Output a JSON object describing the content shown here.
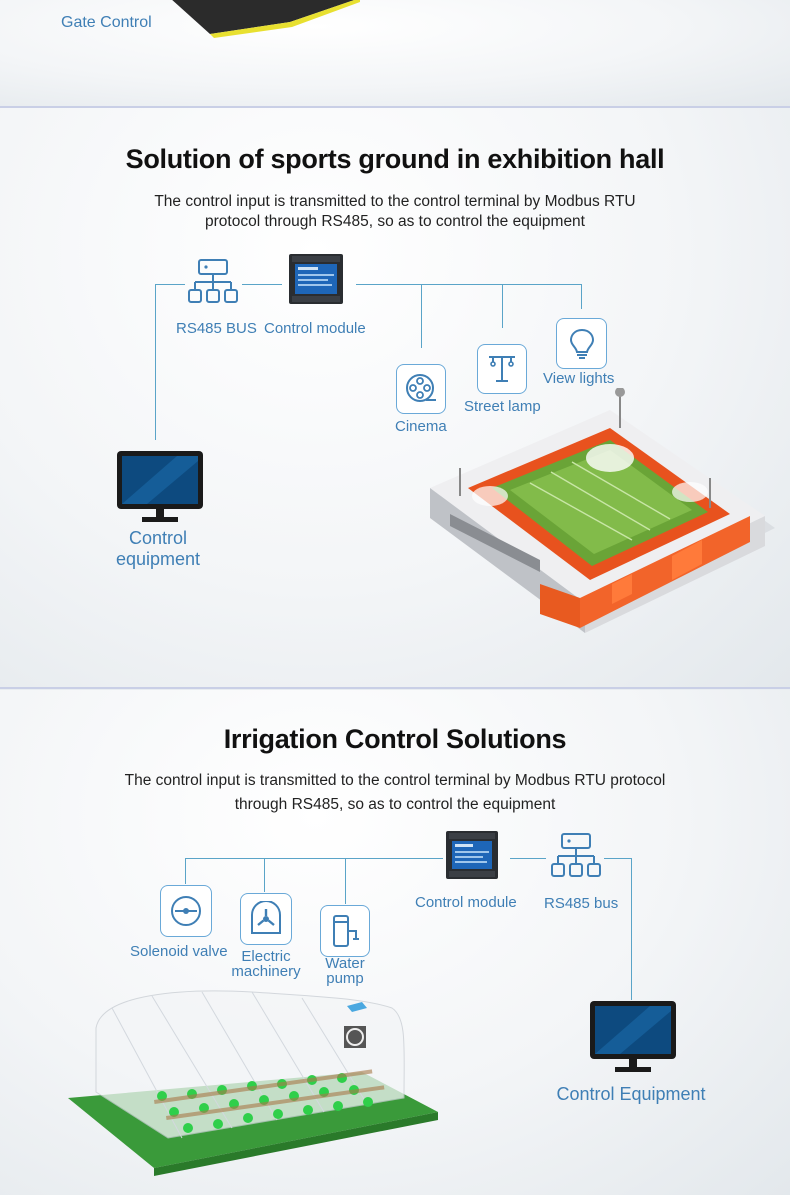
{
  "top": {
    "gate_label": "Gate Control"
  },
  "sports": {
    "title": "Solution of sports ground in exhibition hall",
    "subtitle_line1": "The control input is transmitted to the control terminal by Modbus RTU",
    "subtitle_line2": "protocol through RS485, so as to control the equipment",
    "rs485": "RS485 BUS",
    "control_module": "Control module",
    "cinema": "Cinema",
    "street_lamp": "Street lamp",
    "view_lights": "View lights",
    "control_equipment_line1": "Control",
    "control_equipment_line2": "equipment"
  },
  "irrigation": {
    "title": "Irrigation Control Solutions",
    "subtitle_line1": "The control input is transmitted to the control terminal by Modbus RTU protocol",
    "subtitle_line2": "through RS485, so as to control the equipment",
    "solenoid_valve": "Solenoid valve",
    "electric_line1": "Electric",
    "electric_line2": "machinery",
    "water_line1": "Water",
    "water_line2": "pump",
    "control_module": "Control module",
    "rs485": "RS485 bus",
    "control_equipment": "Control Equipment"
  },
  "colors": {
    "accent": "#3f7fb5",
    "line": "#5aa4c8",
    "monitor": "#0d4a7f"
  }
}
